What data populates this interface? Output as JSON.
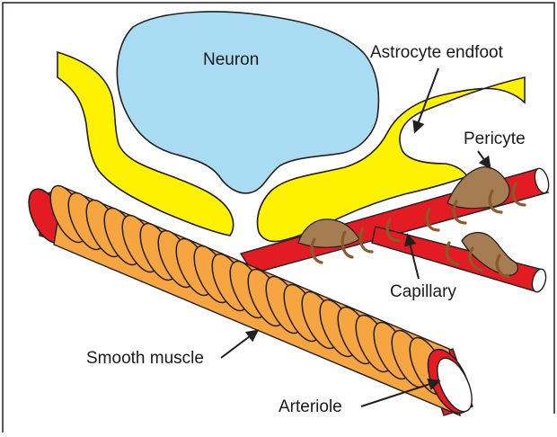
{
  "labels": {
    "neuron": "Neuron",
    "astrocyte_endfoot": "Astrocyte endfoot",
    "pericyte": "Pericyte",
    "capillary": "Capillary",
    "smooth_muscle": "Smooth muscle",
    "arteriole": "Arteriole"
  },
  "colors": {
    "neuron_fill": "#a9dbf3",
    "astrocyte_fill": "#fff200",
    "vessel_red": "#e31b23",
    "pericyte_brown": "#a67c52",
    "smooth_muscle_orange": "#f7a541",
    "outline": "#231f20"
  }
}
